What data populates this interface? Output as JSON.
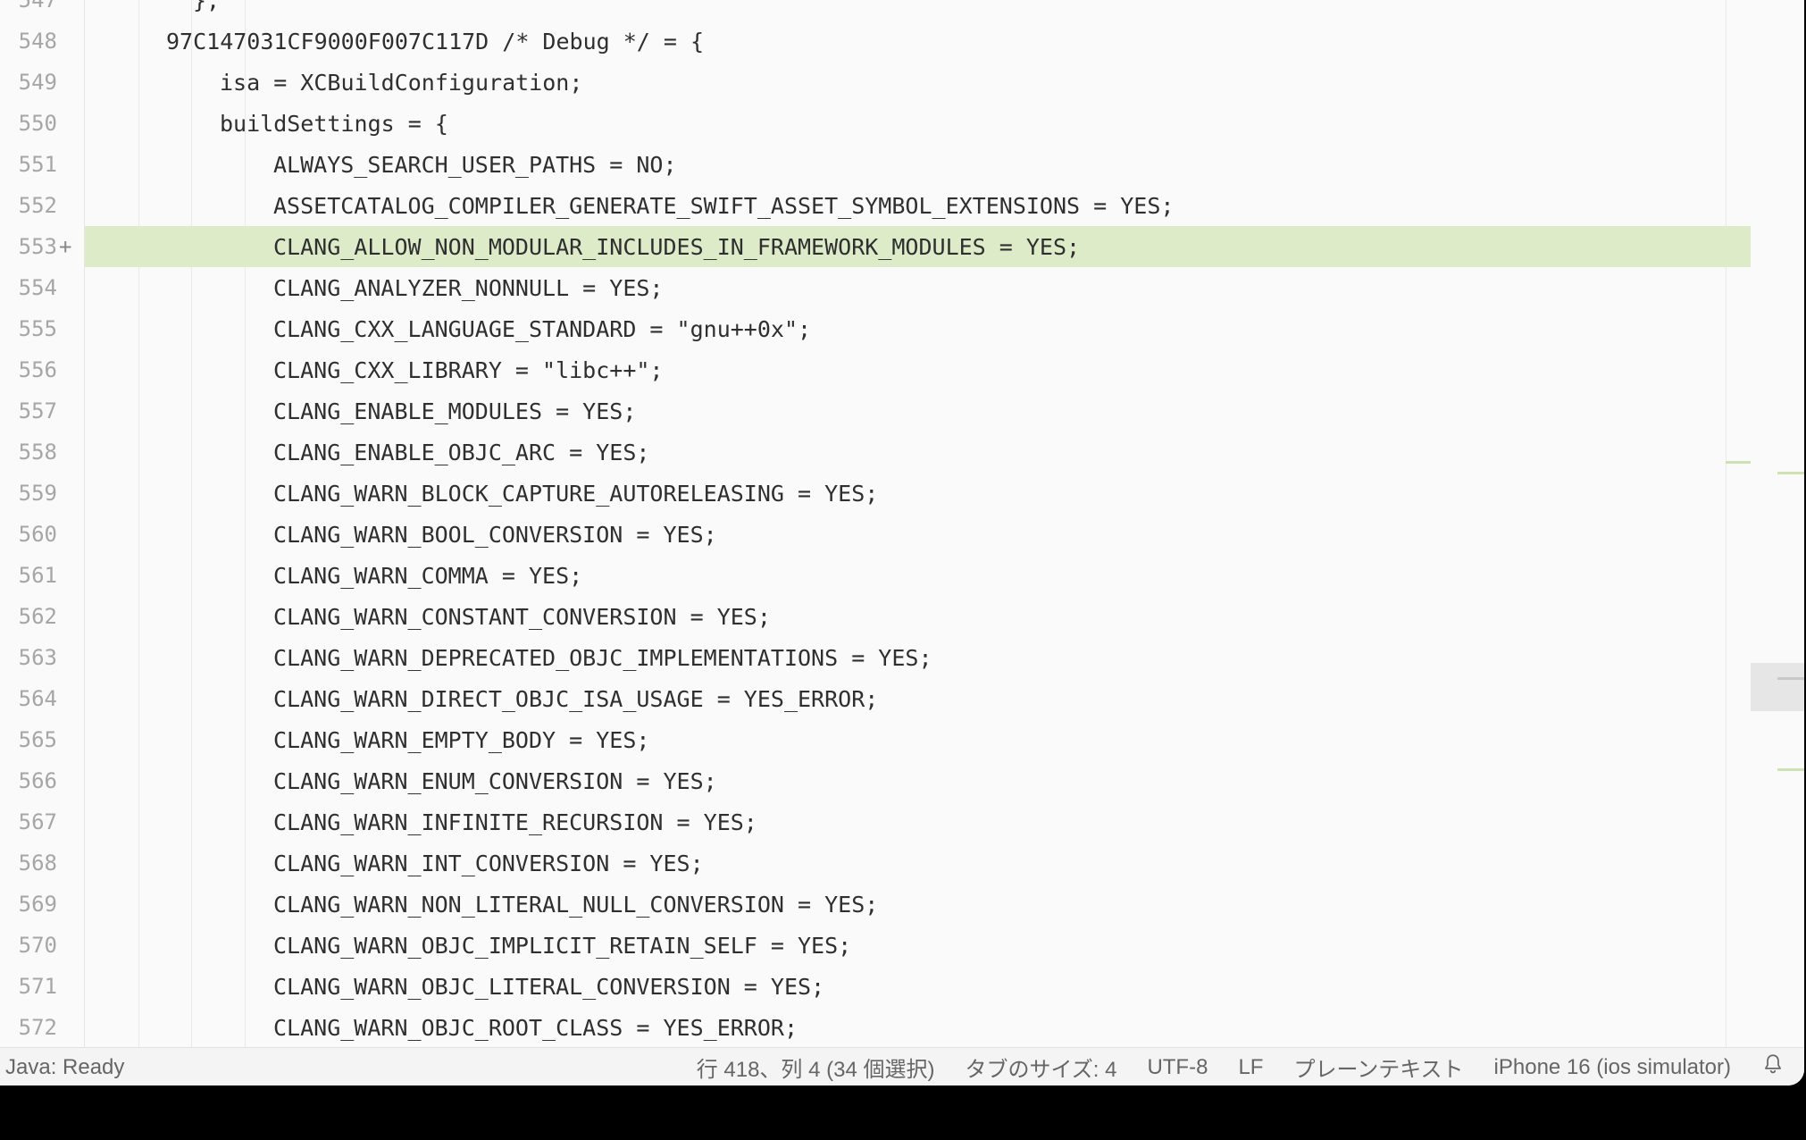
{
  "editor": {
    "top_partial_code": "},",
    "top_partial_number": "547",
    "lines": [
      {
        "number": "548",
        "code": "97C147031CF9000F007C117D /* Debug */ = {",
        "marker": ""
      },
      {
        "number": "549",
        "code": "isa = XCBuildConfiguration;",
        "marker": ""
      },
      {
        "number": "550",
        "code": "buildSettings = {",
        "marker": ""
      },
      {
        "number": "551",
        "code": "ALWAYS_SEARCH_USER_PATHS = NO;",
        "marker": ""
      },
      {
        "number": "552",
        "code": "ASSETCATALOG_COMPILER_GENERATE_SWIFT_ASSET_SYMBOL_EXTENSIONS = YES;",
        "marker": ""
      },
      {
        "number": "553",
        "code": "CLANG_ALLOW_NON_MODULAR_INCLUDES_IN_FRAMEWORK_MODULES = YES;",
        "marker": "+"
      },
      {
        "number": "554",
        "code": "CLANG_ANALYZER_NONNULL = YES;",
        "marker": ""
      },
      {
        "number": "555",
        "code": "CLANG_CXX_LANGUAGE_STANDARD = \"gnu++0x\";",
        "marker": ""
      },
      {
        "number": "556",
        "code": "CLANG_CXX_LIBRARY = \"libc++\";",
        "marker": ""
      },
      {
        "number": "557",
        "code": "CLANG_ENABLE_MODULES = YES;",
        "marker": ""
      },
      {
        "number": "558",
        "code": "CLANG_ENABLE_OBJC_ARC = YES;",
        "marker": ""
      },
      {
        "number": "559",
        "code": "CLANG_WARN_BLOCK_CAPTURE_AUTORELEASING = YES;",
        "marker": ""
      },
      {
        "number": "560",
        "code": "CLANG_WARN_BOOL_CONVERSION = YES;",
        "marker": ""
      },
      {
        "number": "561",
        "code": "CLANG_WARN_COMMA = YES;",
        "marker": ""
      },
      {
        "number": "562",
        "code": "CLANG_WARN_CONSTANT_CONVERSION = YES;",
        "marker": ""
      },
      {
        "number": "563",
        "code": "CLANG_WARN_DEPRECATED_OBJC_IMPLEMENTATIONS = YES;",
        "marker": ""
      },
      {
        "number": "564",
        "code": "CLANG_WARN_DIRECT_OBJC_ISA_USAGE = YES_ERROR;",
        "marker": ""
      },
      {
        "number": "565",
        "code": "CLANG_WARN_EMPTY_BODY = YES;",
        "marker": ""
      },
      {
        "number": "566",
        "code": "CLANG_WARN_ENUM_CONVERSION = YES;",
        "marker": ""
      },
      {
        "number": "567",
        "code": "CLANG_WARN_INFINITE_RECURSION = YES;",
        "marker": ""
      },
      {
        "number": "568",
        "code": "CLANG_WARN_INT_CONVERSION = YES;",
        "marker": ""
      },
      {
        "number": "569",
        "code": "CLANG_WARN_NON_LITERAL_NULL_CONVERSION = YES;",
        "marker": ""
      },
      {
        "number": "570",
        "code": "CLANG_WARN_OBJC_IMPLICIT_RETAIN_SELF = YES;",
        "marker": ""
      },
      {
        "number": "571",
        "code": "CLANG_WARN_OBJC_LITERAL_CONVERSION = YES;",
        "marker": ""
      },
      {
        "number": "572",
        "code": "CLANG_WARN_OBJC_ROOT_CLASS = YES_ERROR;",
        "marker": ""
      }
    ]
  },
  "statusbar": {
    "left": "Java: Ready",
    "cursor": "行 418、列 4 (34 個選択)",
    "tab_size": "タブのサイズ: 4",
    "encoding": "UTF-8",
    "eol": "LF",
    "language": "プレーンテキスト",
    "device": "iPhone 16 (ios simulator)"
  },
  "colors": {
    "added_line_bg": "#ddebc9",
    "editor_bg": "#fafafa",
    "frame": "#000000"
  },
  "icons": {
    "notifications": "bell-icon"
  }
}
